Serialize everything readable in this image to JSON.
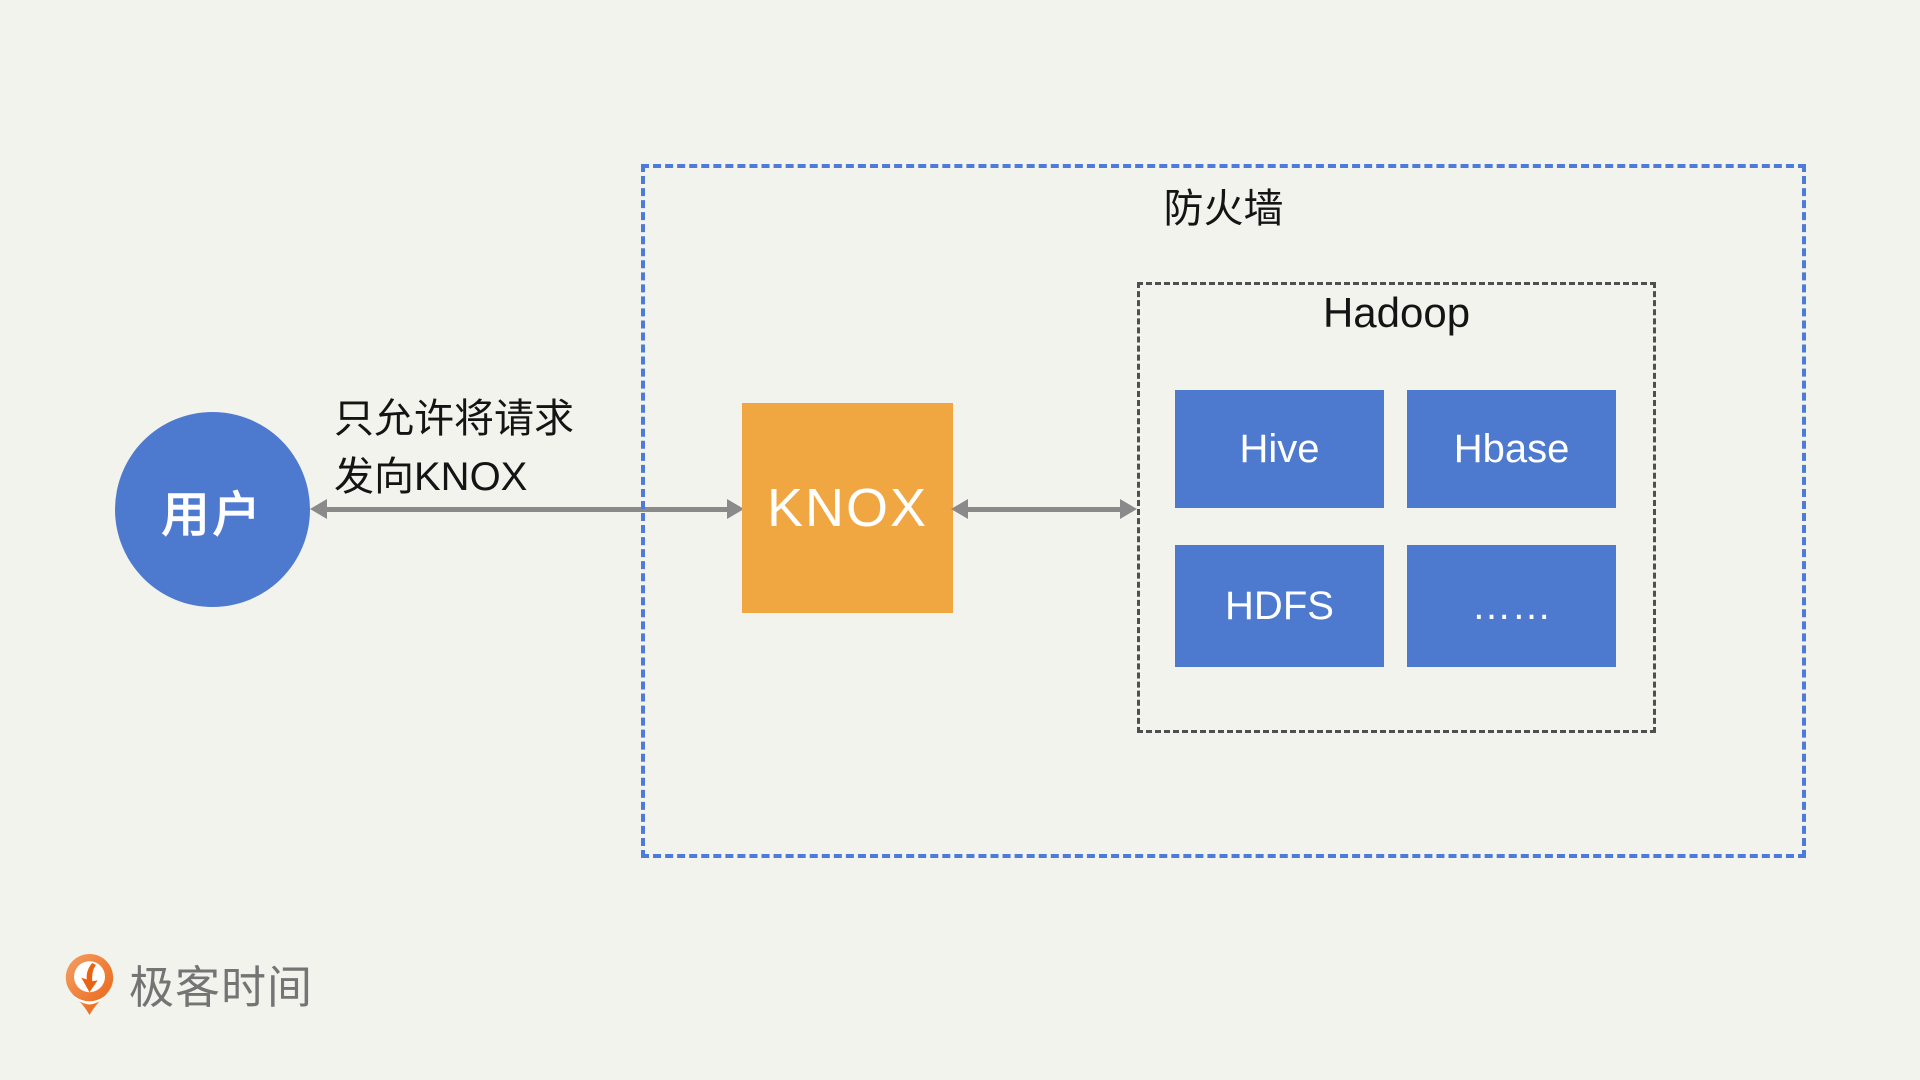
{
  "page": {
    "background": "#F2F3ED"
  },
  "user_node": {
    "label": "用户",
    "fill": "#4D7ACF",
    "text_color": "#FFFFFF"
  },
  "annotation": {
    "line1": "只允许将请求",
    "line2": "发向KNOX",
    "color": "#141414"
  },
  "knox_node": {
    "label": "KNOX",
    "fill": "#F0A742",
    "text_color": "#FFFFFF"
  },
  "arrows": {
    "color": "#8A8A8A",
    "user_knox": {
      "type": "double-headed",
      "from": "user",
      "to": "knox"
    },
    "knox_hadoop": {
      "type": "double-headed",
      "from": "knox",
      "to": "hadoop"
    }
  },
  "firewall": {
    "label": "防火墙",
    "border_color": "#4D7BDA",
    "border_style": "dashed"
  },
  "hadoop": {
    "label": "Hadoop",
    "border_color": "#4F4F4F",
    "border_style": "dashed",
    "service_fill": "#4D7ACF",
    "service_text_color": "#FFFFFF",
    "services": [
      {
        "label": "Hive"
      },
      {
        "label": "Hbase"
      },
      {
        "label": "HDFS"
      },
      {
        "label": "……"
      }
    ]
  },
  "logo": {
    "text": "极客时间",
    "text_color": "#747474",
    "icon": "geektime-pin-icon",
    "icon_gradient": [
      "#F59E63",
      "#E96312"
    ]
  }
}
